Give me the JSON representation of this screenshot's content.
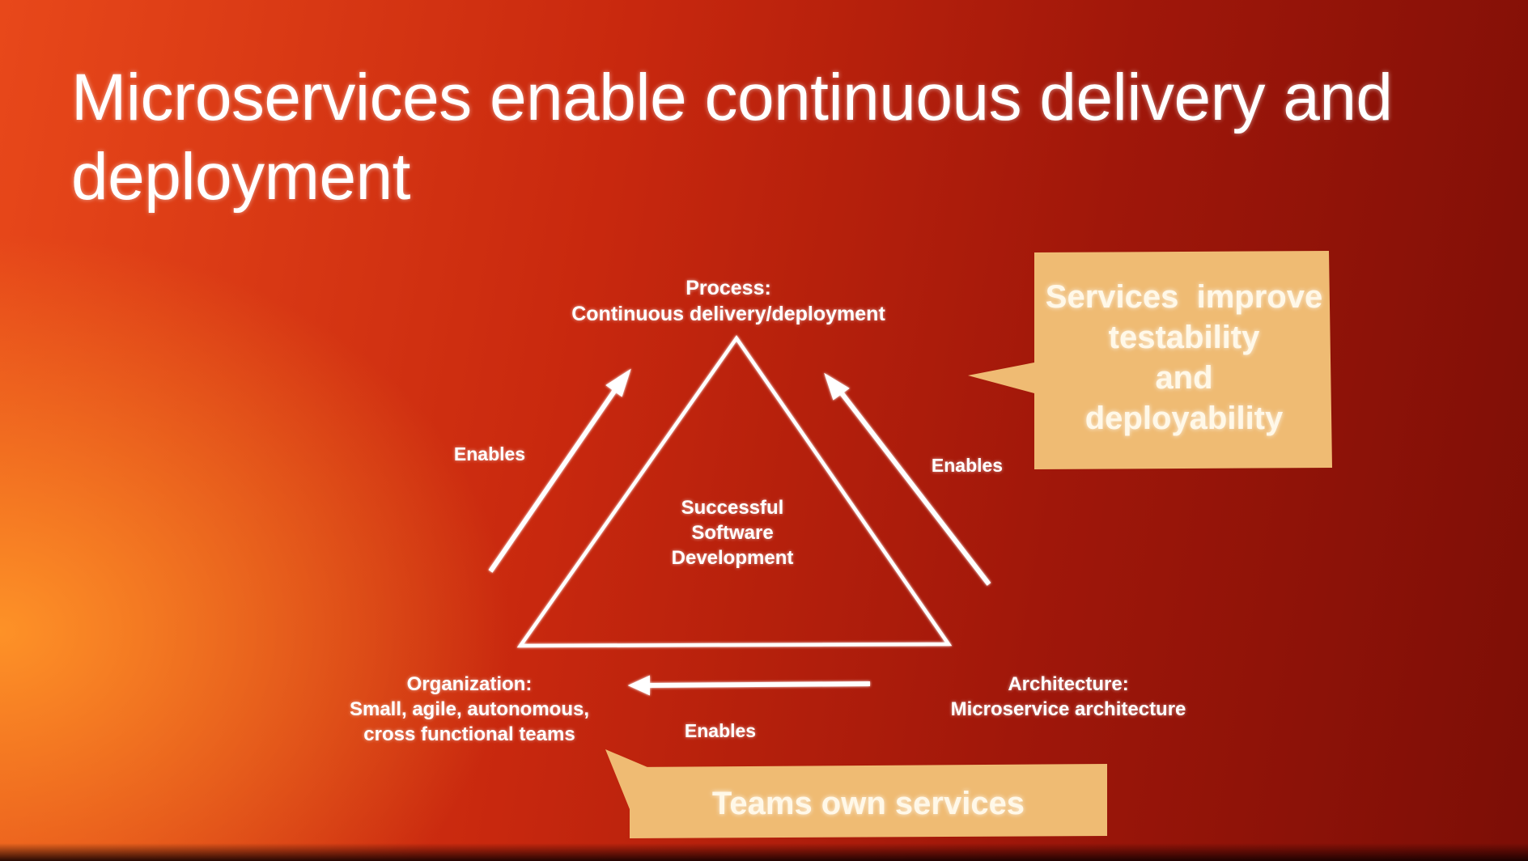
{
  "title": "Microservices enable continuous delivery and deployment",
  "diagram": {
    "process": {
      "lines": [
        "Process:",
        "Continuous delivery/deployment"
      ]
    },
    "center": {
      "lines": [
        "Successful",
        "Software",
        "Development"
      ]
    },
    "organization": {
      "lines": [
        "Organization:",
        "Small, agile, autonomous,",
        "cross functional teams"
      ]
    },
    "architecture": {
      "lines": [
        "Architecture:",
        "Microservice architecture"
      ]
    },
    "enables_left": "Enables",
    "enables_right": "Enables",
    "enables_bottom": "Enables"
  },
  "callouts": {
    "right": {
      "lines": [
        "Services  improve",
        "testability",
        "and",
        "deployability"
      ]
    },
    "bottom": {
      "text": "Teams own services"
    }
  },
  "colors": {
    "callout_fill": "#efbb73",
    "line": "#ffffff"
  }
}
